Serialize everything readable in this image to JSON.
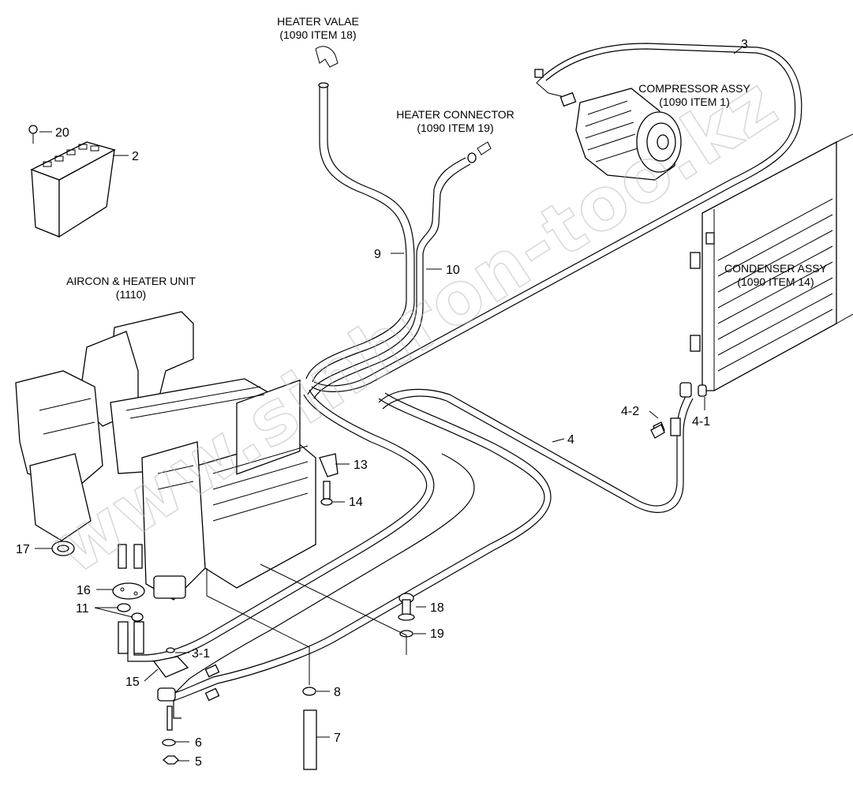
{
  "labels": {
    "heater_valve": [
      "HEATER VALAE",
      "(1090 ITEM 18)"
    ],
    "heater_connector": [
      "HEATER CONNECTOR",
      "(1090 ITEM 19)"
    ],
    "compressor": [
      "COMPRESSOR ASSY",
      "(1090 ITEM 1)"
    ],
    "condenser": [
      "CONDENSER ASSY",
      "(1090 ITEM 14)"
    ],
    "aircon_unit": [
      "AIRCON & HEATER UNIT",
      "(1110)"
    ]
  },
  "callouts": {
    "c20": "20",
    "c2": "2",
    "c3": "3",
    "c9": "9",
    "c10": "10",
    "c4_2": "4-2",
    "c4_1": "4-1",
    "c4": "4",
    "c13": "13",
    "c14": "14",
    "c17": "17",
    "c16": "16",
    "c11": "11",
    "c18": "18",
    "c19": "19",
    "c3_1": "3-1",
    "c15": "15",
    "c8": "8",
    "c6": "6",
    "c5": "5",
    "c7": "7"
  },
  "watermark": "www.sinhron-too.kz"
}
